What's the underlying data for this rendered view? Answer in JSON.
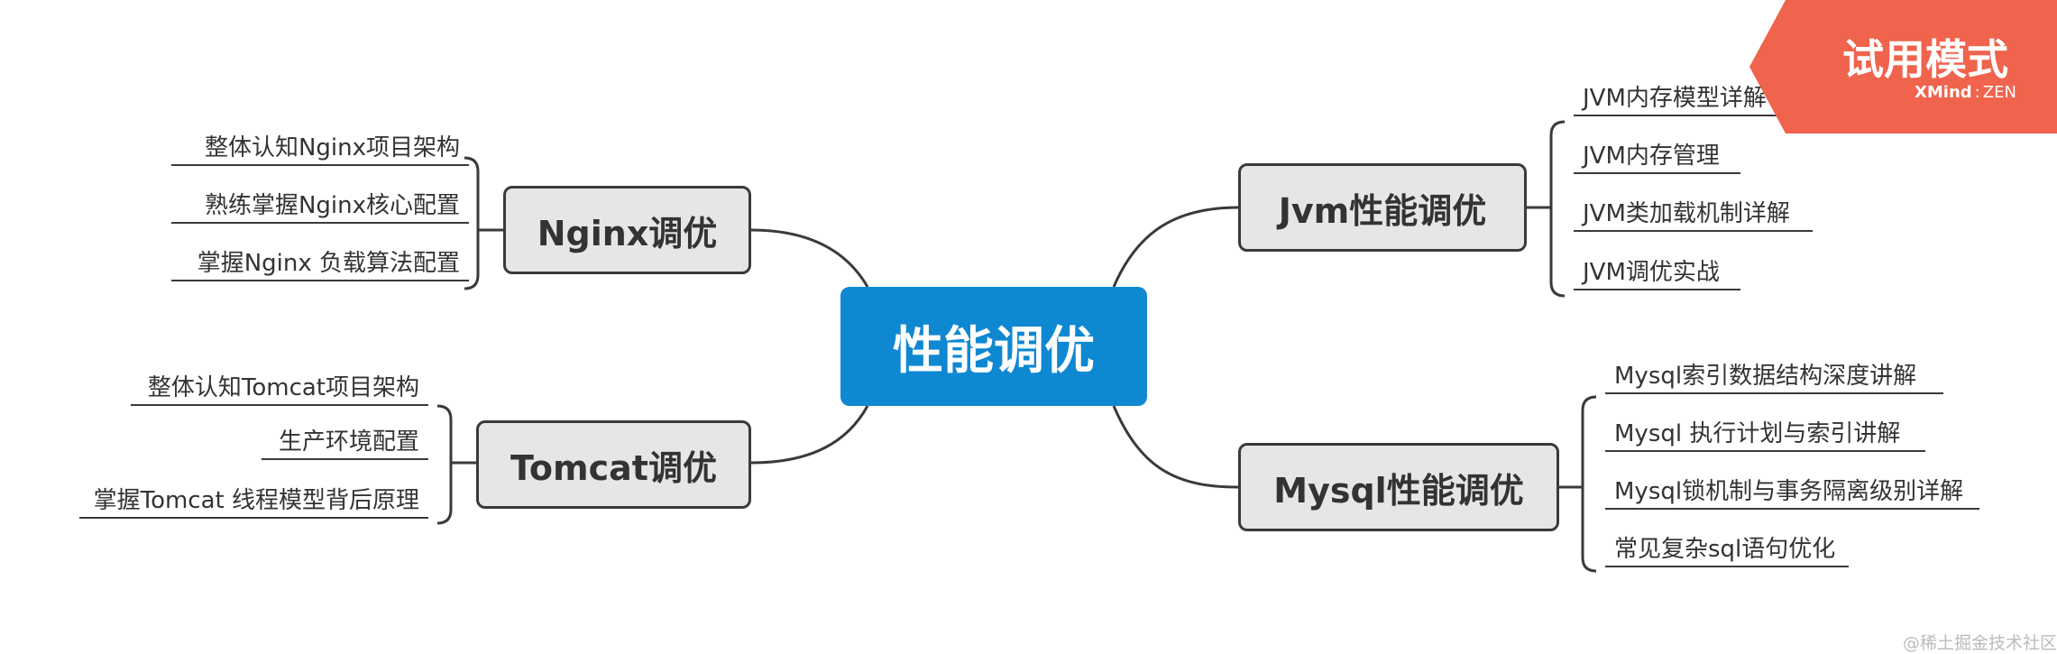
{
  "root": "性能调优",
  "branches": {
    "nginx": {
      "title": "Nginx调优",
      "items": [
        "整体认知Nginx项目架构",
        "熟练掌握Nginx核心配置",
        "掌握Nginx 负载算法配置"
      ]
    },
    "tomcat": {
      "title": "Tomcat调优",
      "items": [
        "整体认知Tomcat项目架构",
        "生产环境配置",
        "掌握Tomcat 线程模型背后原理"
      ]
    },
    "jvm": {
      "title": "Jvm性能调优",
      "items": [
        "JVM内存模型详解",
        "JVM内存管理",
        "JVM类加载机制详解",
        "JVM调优实战"
      ]
    },
    "mysql": {
      "title": "Mysql性能调优",
      "items": [
        "Mysql索引数据结构深度讲解",
        "Mysql 执行计划与索引讲解",
        "Mysql锁机制与事务隔离级别详解",
        "常见复杂sql语句优化"
      ]
    }
  },
  "trial_badge": {
    "label": "试用模式",
    "brand": "XMind",
    "edition": "ZEN",
    "color": "#f0634d"
  },
  "watermark": "@稀土掘金技术社区",
  "colors": {
    "root": "#0f88d2",
    "node_fill": "#e6e6e6",
    "line": "#3a3a3a"
  }
}
